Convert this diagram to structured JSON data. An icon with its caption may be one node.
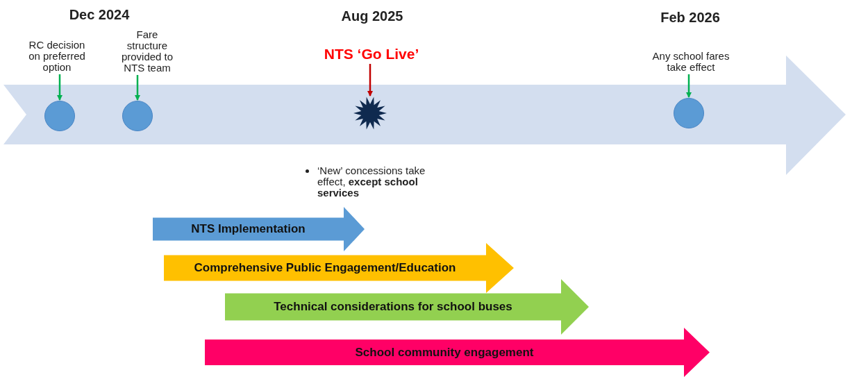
{
  "diagram": {
    "nodes": [
      {
        "text": [
          "RC decision on preferred option"
        ]
      },
      {
        "text": [],
        "shape": "circle"
      },
      {
        "text": [
          "Fare structure provided to NTS team"
        ]
      },
      {
        "text": [],
        "shape": "circle"
      },
      {
        "text": [
          "NTS ‘Go Live’"
        ]
      },
      {
        "text": [],
        "shape": "star"
      },
      {
        "text": [
          "Any school fares take effect"
        ]
      },
      {
        "text": [],
        "shape": "circle"
      },
      {
        "text": [
          "NTS Implementation"
        ]
      },
      {
        "text": [
          "Comprehensive Public Engagement/Education"
        ]
      },
      {
        "text": [
          "Technical considerations for school buses"
        ]
      },
      {
        "text": [
          "School community engagement"
        ]
      }
    ],
    "edges": [
      {
        "from": 0,
        "to": 1,
        "arrow": "to"
      },
      {
        "from": 2,
        "to": 3,
        "arrow": "to"
      },
      {
        "from": 4,
        "to": 5,
        "arrow": "to",
        "color": "#c00000"
      },
      {
        "from": 6,
        "to": 7,
        "arrow": "to"
      }
    ],
    "labels": [
      "Dec 2024",
      "Aug 2025",
      "Feb 2026",
      "‘New’ concessions take effect, **except school services**"
    ]
  }
}
